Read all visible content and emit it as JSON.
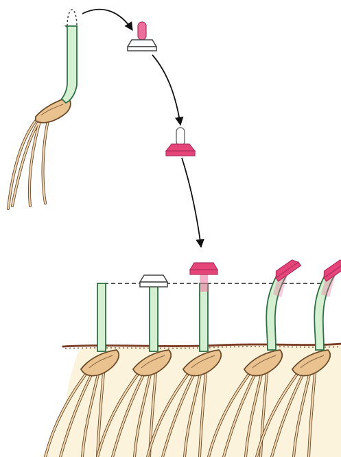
{
  "colors": {
    "background": "#ffffff",
    "coleoptile_fill": "#d4f0d0",
    "coleoptile_stroke": "#2f6f46",
    "seed_fill": "#e9c28f",
    "seed_stroke": "#6b4b2a",
    "root_fill": "#f1d7b0",
    "root_stroke": "#6b4b2a",
    "auxin_block": "#e6457a",
    "auxin_tip": "#ec6e9b",
    "plain_block_fill": "#ffffff",
    "plain_block_stroke": "#444444",
    "soil_line": "#7a3b24",
    "soil_fill": "#fbf3dc",
    "arrow": "#111111",
    "dashed_line": "#222222"
  },
  "legend": [],
  "figure": {
    "top_sequence": [
      "decapitated-coleoptile",
      "tip-on-plain-agar-block",
      "auxin-agar-block"
    ],
    "bottom_row": [
      "decapitated-control",
      "plain-agar-block-on-stump",
      "auxin-block-centered-on-stump",
      "auxin-block-offset-bending",
      "auxin-block-offset-bending"
    ]
  }
}
